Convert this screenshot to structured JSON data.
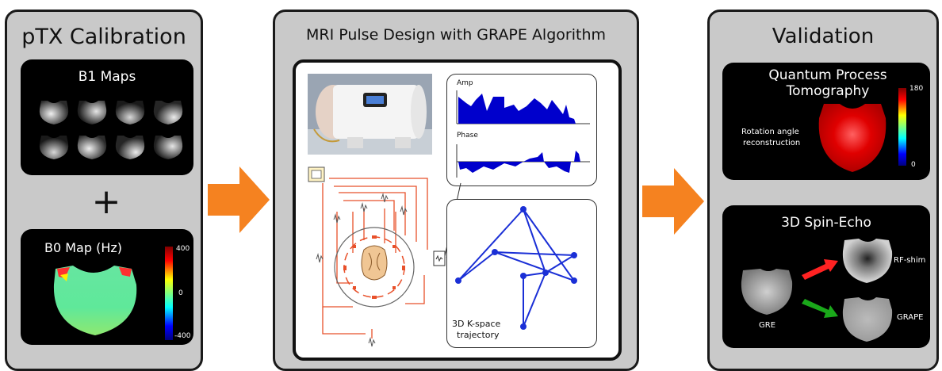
{
  "panels": {
    "calibration": {
      "title": "pTX Calibration",
      "b1_title": "B1 Maps",
      "plus": "+",
      "b0_title": "B0 Map (Hz)",
      "b0_colorbar": {
        "max": "400",
        "mid": "0",
        "min": "-400"
      }
    },
    "design": {
      "title": "MRI Pulse Design with GRAPE Algorithm",
      "amp_label": "Amp",
      "phase_label": "Phase",
      "kspace_label_1": "3D K-space",
      "kspace_label_2": "trajectory"
    },
    "validation": {
      "title": "Validation",
      "qpt_title_1": "Quantum Process",
      "qpt_title_2": "Tomography",
      "rotation_label_1": "Rotation angle",
      "rotation_label_2": "reconstruction",
      "qpt_colorbar": {
        "max": "180",
        "min": "0"
      },
      "spin_echo_title": "3D Spin-Echo",
      "rf_shim_label": "RF-shim",
      "grape_label": "GRAPE",
      "gre_label": "GRE"
    }
  },
  "colors": {
    "panel_bg": "#c9c9c9",
    "arrow": "#f58220",
    "waveform": "#0000cc",
    "kspace": "#1a2fd6",
    "coil_lines": "#e8502a"
  }
}
